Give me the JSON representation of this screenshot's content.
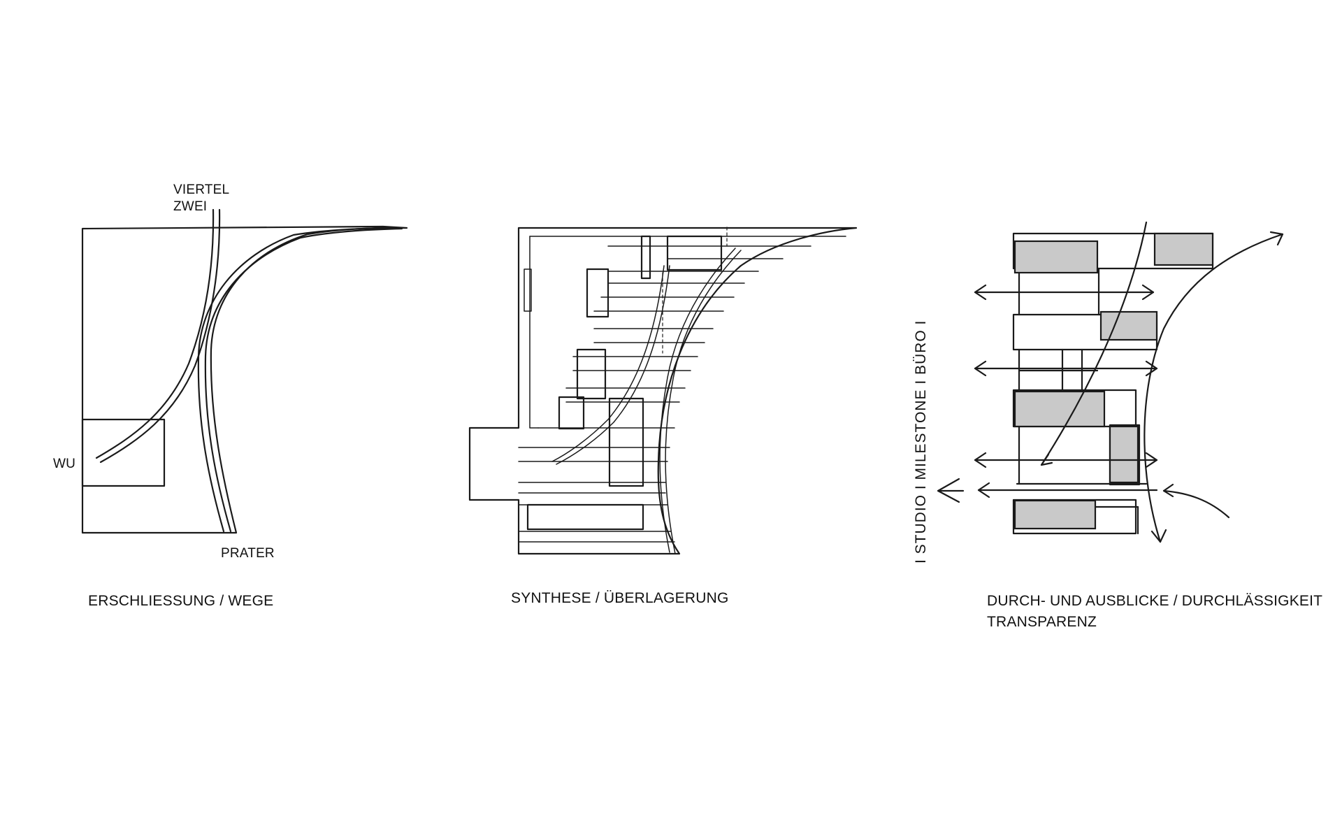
{
  "diagram1": {
    "label_viertel": "VIERTEL",
    "label_zwei": "ZWEI",
    "label_wu": "WU",
    "label_prater": "PRATER",
    "caption": "ERSCHLIESSUNG / WEGE"
  },
  "diagram2": {
    "caption": "SYNTHESE / ÜBERLAGERUNG"
  },
  "diagram3": {
    "vertical_label": "I STUDIO I  MILESTONE  I          BÜRO          I",
    "caption_line1": "DURCH- UND AUSBLICKE / DURCHLÄSSIGKEIT",
    "caption_line2": "TRANSPARENZ"
  },
  "colors": {
    "ink": "#1a1a1a",
    "shade": "#c9c9c9",
    "background": "#ffffff"
  }
}
